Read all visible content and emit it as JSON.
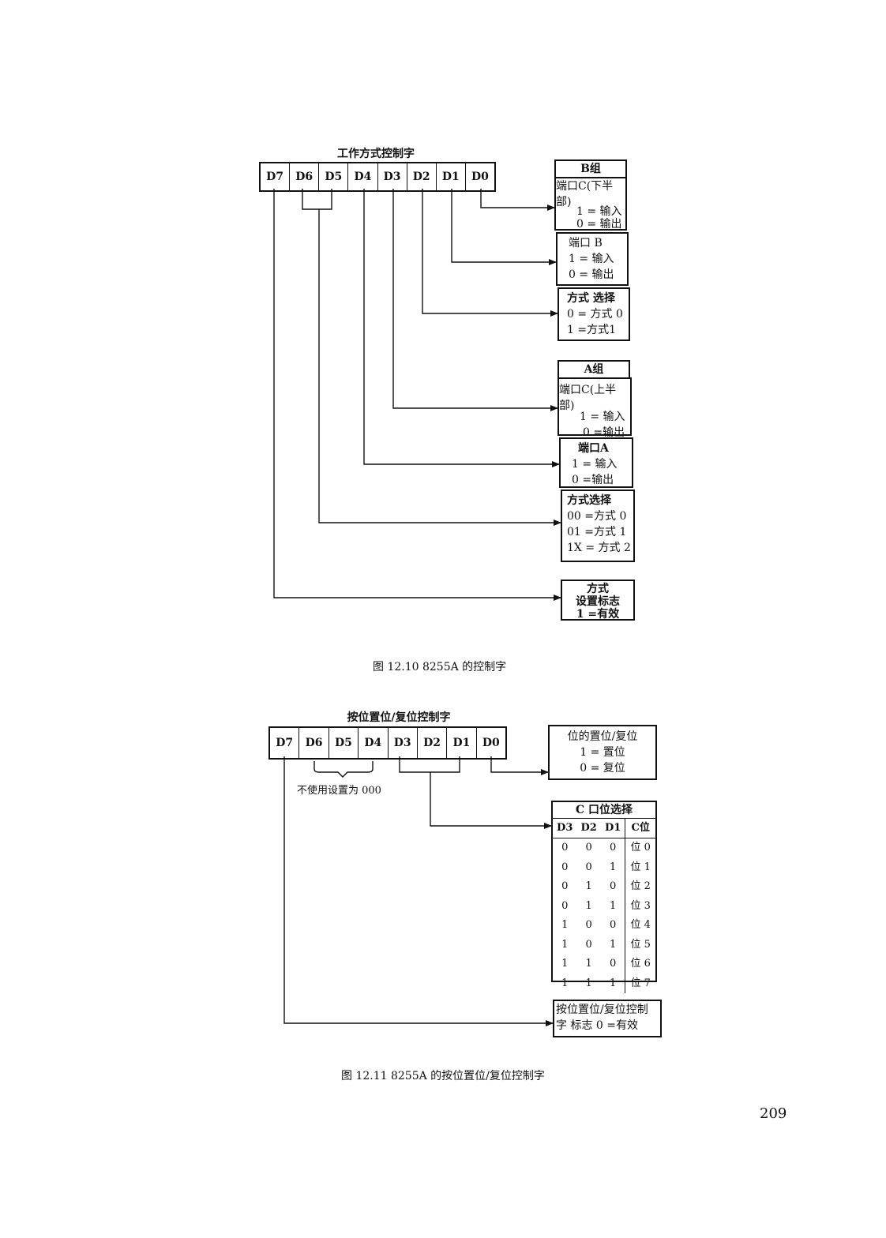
{
  "fig1": {
    "register_title": "工作方式控制字",
    "bits": [
      "D7",
      "D6",
      "D5",
      "D4",
      "D3",
      "D2",
      "D1",
      "D0"
    ],
    "group_b": {
      "header": "B组",
      "port_c_lower": [
        "端口C(下半",
        "部)",
        "1 = 输入",
        "0 = 输出"
      ],
      "port_b": [
        "端口 B",
        "1 = 输入",
        "0 = 输出"
      ],
      "mode_select": [
        "方式 选择",
        "0 = 方式 0",
        "1 =方式1"
      ]
    },
    "group_a": {
      "header": "A组",
      "port_c_upper": [
        "端口C(上半",
        "部)",
        "1 = 输入",
        "0 =输出"
      ],
      "port_a": [
        "端口A",
        "1 = 输入",
        "0 =输出"
      ],
      "mode_select": [
        "方式选择",
        "00 =方式 0",
        "01 =方式 1",
        "1X = 方式 2"
      ]
    },
    "mode_flag": [
      "方式",
      "设置标志",
      "1 =有效"
    ],
    "caption": "图 12.10 8255A 的控制字"
  },
  "fig2": {
    "register_title": "按位置位/复位控制字",
    "bits": [
      "D7",
      "D6",
      "D5",
      "D4",
      "D3",
      "D2",
      "D1",
      "D0"
    ],
    "unused_note": "不使用设置为 000",
    "set_reset": [
      "位的置位/复位",
      "1 = 置位",
      "0 = 复位"
    ],
    "c_select": {
      "header": "C 口位选择",
      "columns": [
        "D3",
        "D2",
        "D1",
        "C位"
      ],
      "rows": [
        [
          "0",
          "0",
          "0",
          "位 0"
        ],
        [
          "0",
          "0",
          "1",
          "位 1"
        ],
        [
          "0",
          "1",
          "0",
          "位 2"
        ],
        [
          "0",
          "1",
          "1",
          "位 3"
        ],
        [
          "1",
          "0",
          "0",
          "位 4"
        ],
        [
          "1",
          "0",
          "1",
          "位 5"
        ],
        [
          "1",
          "1",
          "0",
          "位 6"
        ],
        [
          "1",
          "1",
          "1",
          "位 7"
        ]
      ]
    },
    "flag": [
      "按位置位/复位控制",
      "字   标志 0 =有效"
    ],
    "caption": "图 12.11 8255A 的按位置位/复位控制字"
  },
  "page_number": "209"
}
